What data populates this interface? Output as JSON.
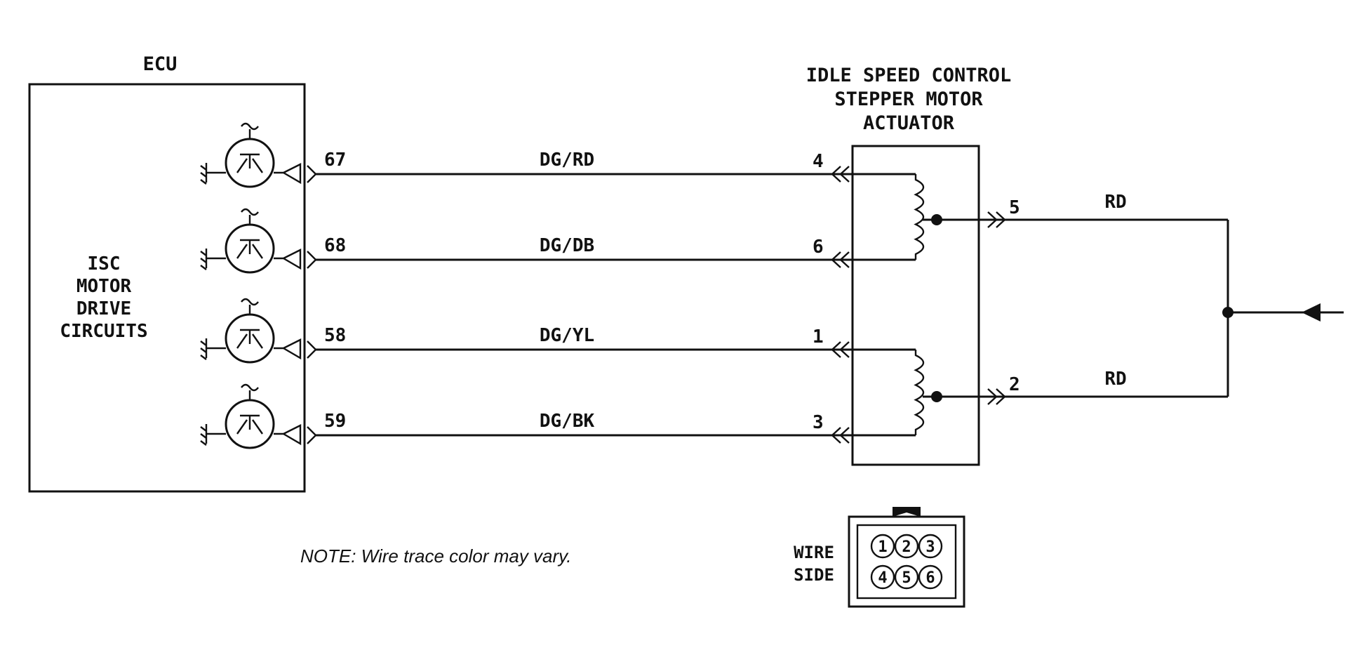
{
  "ecu": {
    "title": "ECU",
    "function_lines": [
      "ISC",
      "MOTOR",
      "DRIVE",
      "CIRCUITS"
    ]
  },
  "actuator": {
    "title_lines": [
      "IDLE SPEED CONTROL",
      "STEPPER MOTOR",
      "ACTUATOR"
    ]
  },
  "wires": [
    {
      "ecu_pin": "67",
      "color": "DG/RD",
      "actuator_pin": "4"
    },
    {
      "ecu_pin": "68",
      "color": "DG/DB",
      "actuator_pin": "6"
    },
    {
      "ecu_pin": "58",
      "color": "DG/YL",
      "actuator_pin": "1"
    },
    {
      "ecu_pin": "59",
      "color": "DG/BK",
      "actuator_pin": "3"
    }
  ],
  "supply": [
    {
      "pin": "5",
      "color": "RD"
    },
    {
      "pin": "2",
      "color": "RD"
    }
  ],
  "connector": {
    "label_lines": [
      "WIRE",
      "SIDE"
    ],
    "pins": [
      "1",
      "2",
      "3",
      "4",
      "5",
      "6"
    ]
  },
  "note": "NOTE: Wire trace color may vary."
}
